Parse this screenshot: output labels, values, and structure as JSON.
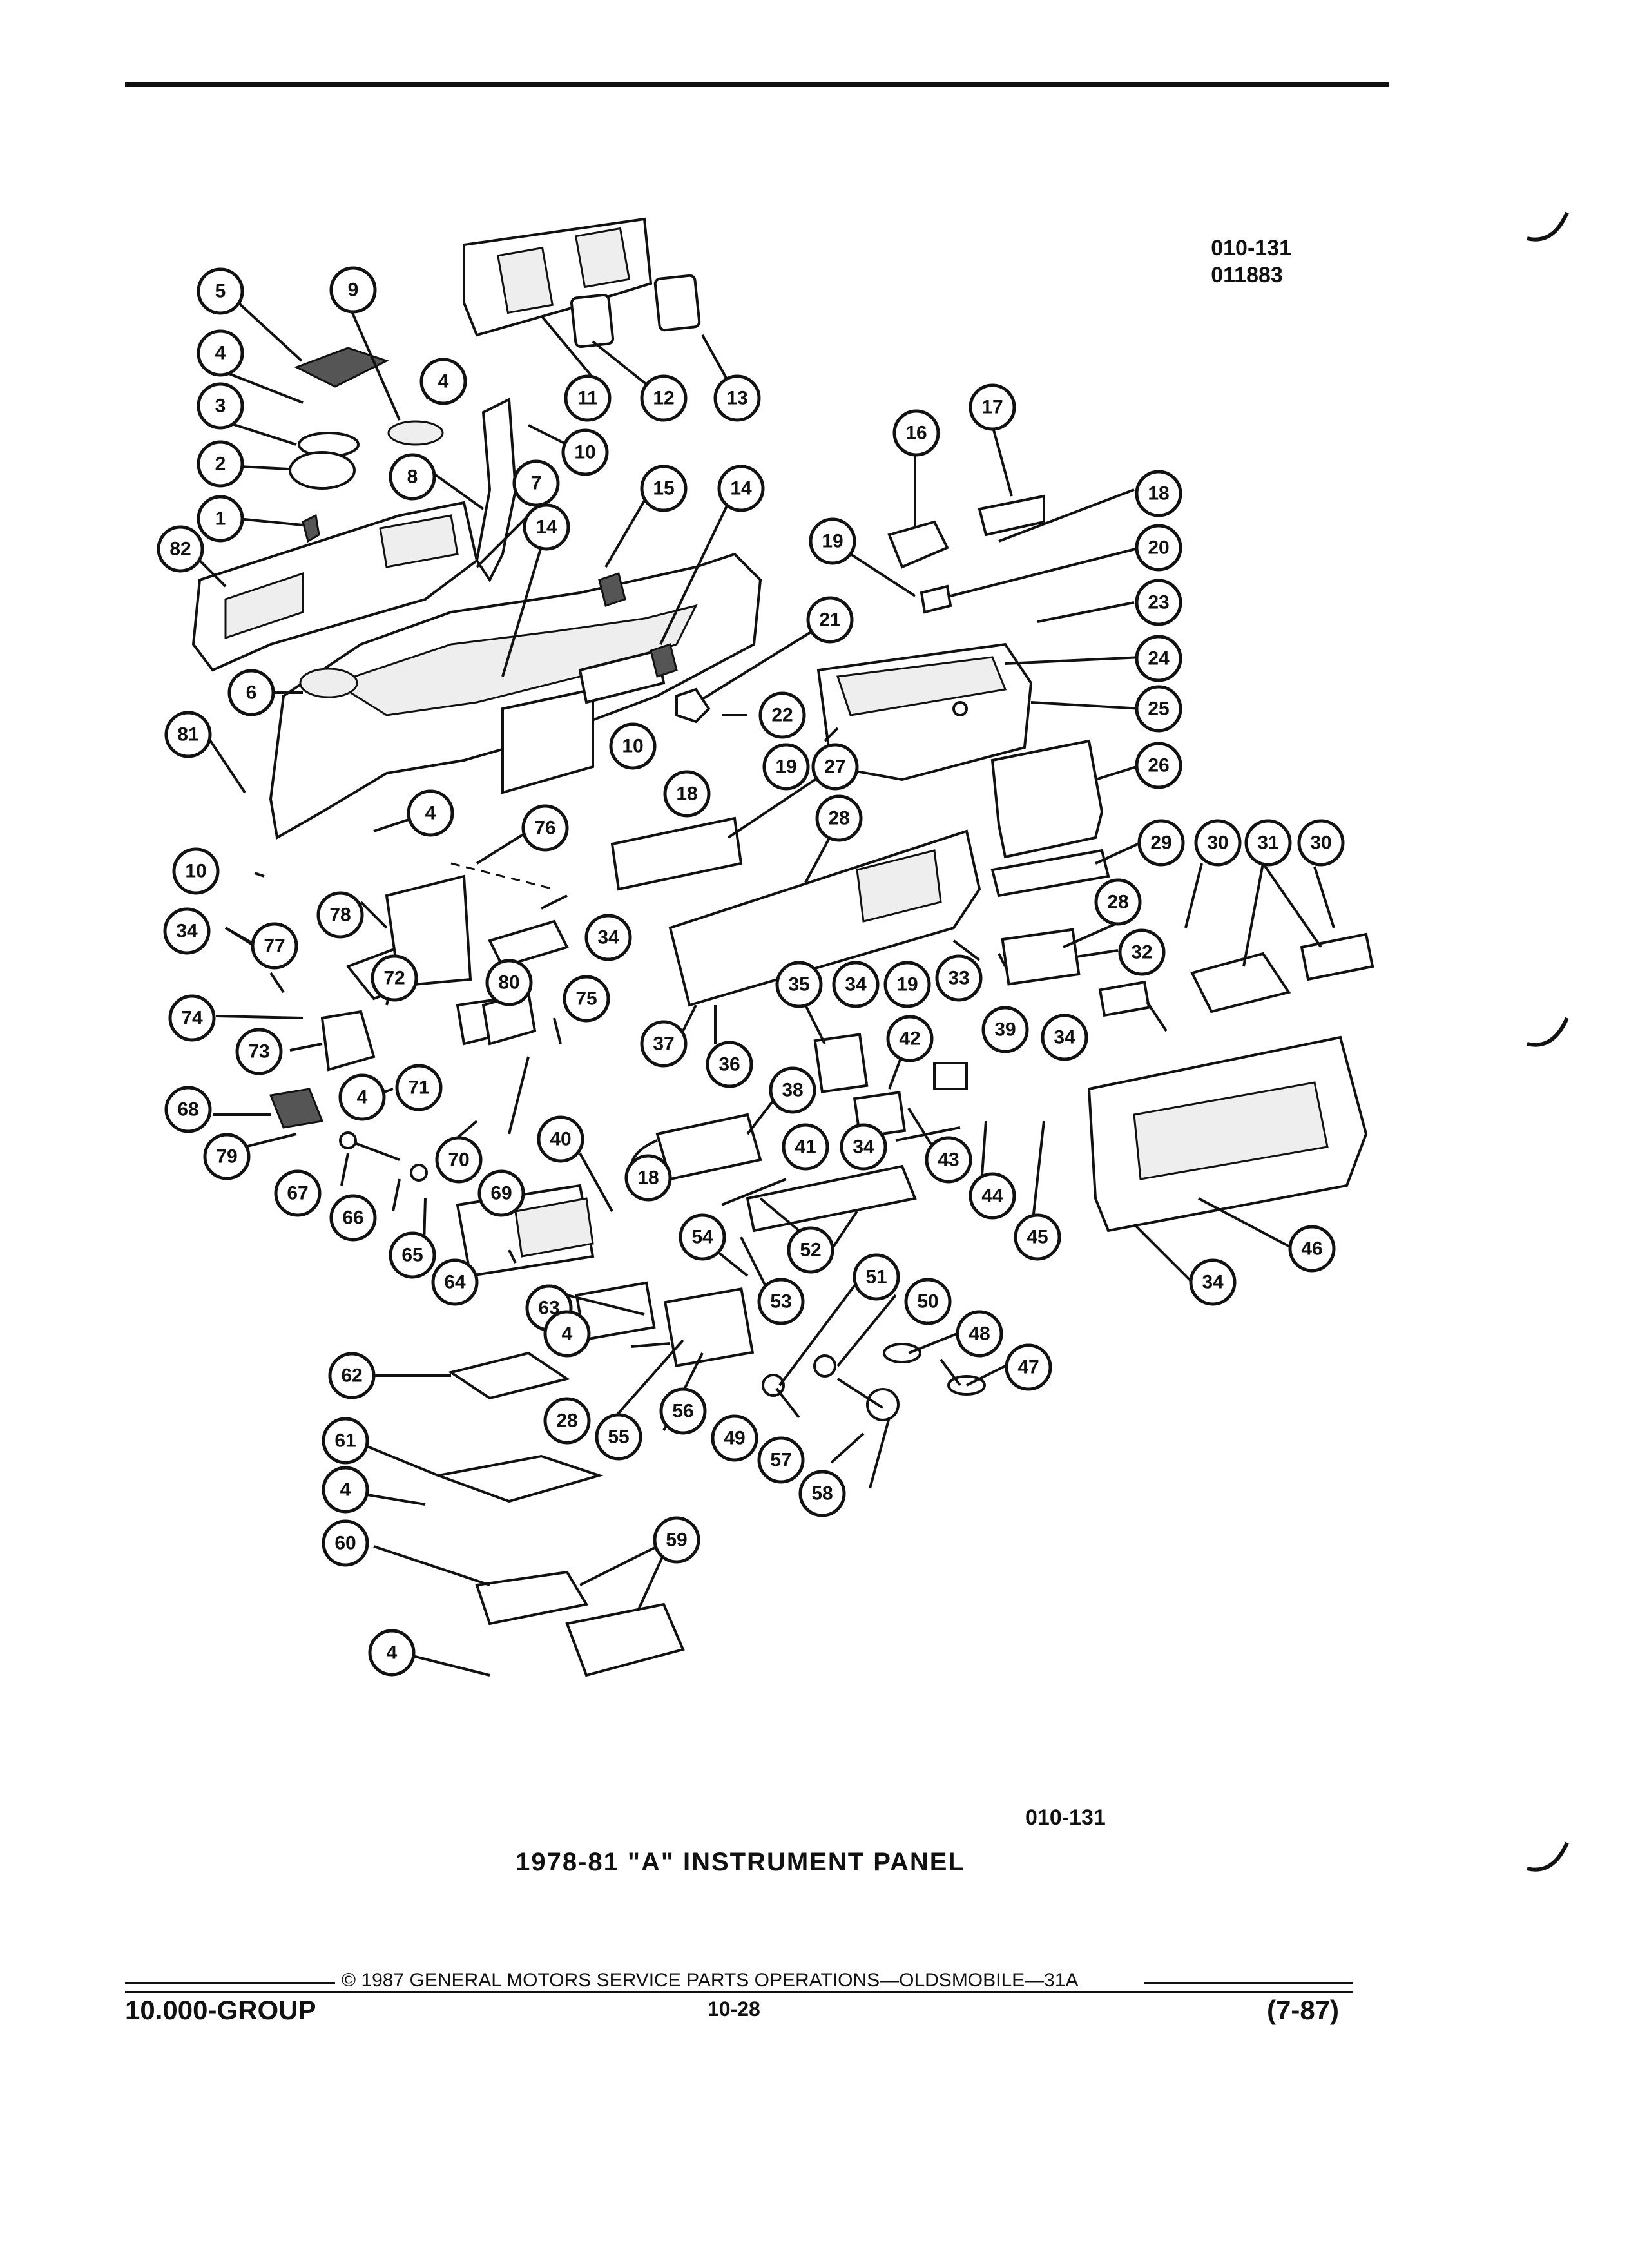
{
  "figure_codes": [
    "010-131",
    "011883"
  ],
  "figure_code_bottom": "010-131",
  "caption": "1978-81 \"A\" INSTRUMENT PANEL",
  "footer": {
    "copyright": "© 1987 GENERAL MOTORS SERVICE PARTS OPERATIONS—OLDSMOBILE—31A",
    "group": "10.000-GROUP",
    "page": "10-28",
    "revision": "(7-87)"
  },
  "callouts": [
    "1",
    "2",
    "3",
    "4",
    "5",
    "6",
    "7",
    "8",
    "9",
    "10",
    "11",
    "12",
    "13",
    "14",
    "15",
    "16",
    "17",
    "18",
    "19",
    "20",
    "21",
    "22",
    "23",
    "24",
    "25",
    "26",
    "27",
    "28",
    "29",
    "30",
    "31",
    "32",
    "33",
    "34",
    "35",
    "36",
    "37",
    "38",
    "39",
    "40",
    "41",
    "42",
    "43",
    "44",
    "45",
    "46",
    "47",
    "48",
    "49",
    "50",
    "51",
    "52",
    "53",
    "54",
    "55",
    "56",
    "57",
    "58",
    "59",
    "60",
    "61",
    "62",
    "63",
    "64",
    "65",
    "66",
    "67",
    "68",
    "69",
    "70",
    "71",
    "72",
    "73",
    "74",
    "75",
    "76",
    "77",
    "78",
    "79",
    "80",
    "81",
    "82"
  ]
}
